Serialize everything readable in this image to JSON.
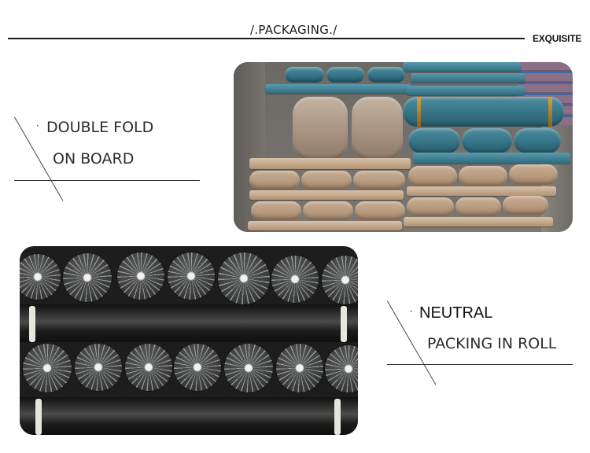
{
  "header": {
    "title": "/.PACKAGING./",
    "tag": "EXQUISITE"
  },
  "captions": [
    {
      "bullet": "·",
      "line1": "DOUBLE FOLD",
      "line2": "ON  BOARD"
    },
    {
      "bullet": "·",
      "line1": "NEUTRAL",
      "line2": "PACKING IN ROLL"
    }
  ],
  "photos": [
    {
      "subject": "fabric bolts double-folded on board, wrapped in plastic, stacked on pallets (tan and teal)"
    },
    {
      "subject": "black fabric rolls wrapped in plastic, stacked in rows"
    }
  ],
  "colors": {
    "text": "#2d2d2d",
    "line": "#1a1a1a",
    "tan_fabric": "#b89a7f",
    "teal_fabric": "#357486",
    "black_roll": "#2a2b2a"
  }
}
